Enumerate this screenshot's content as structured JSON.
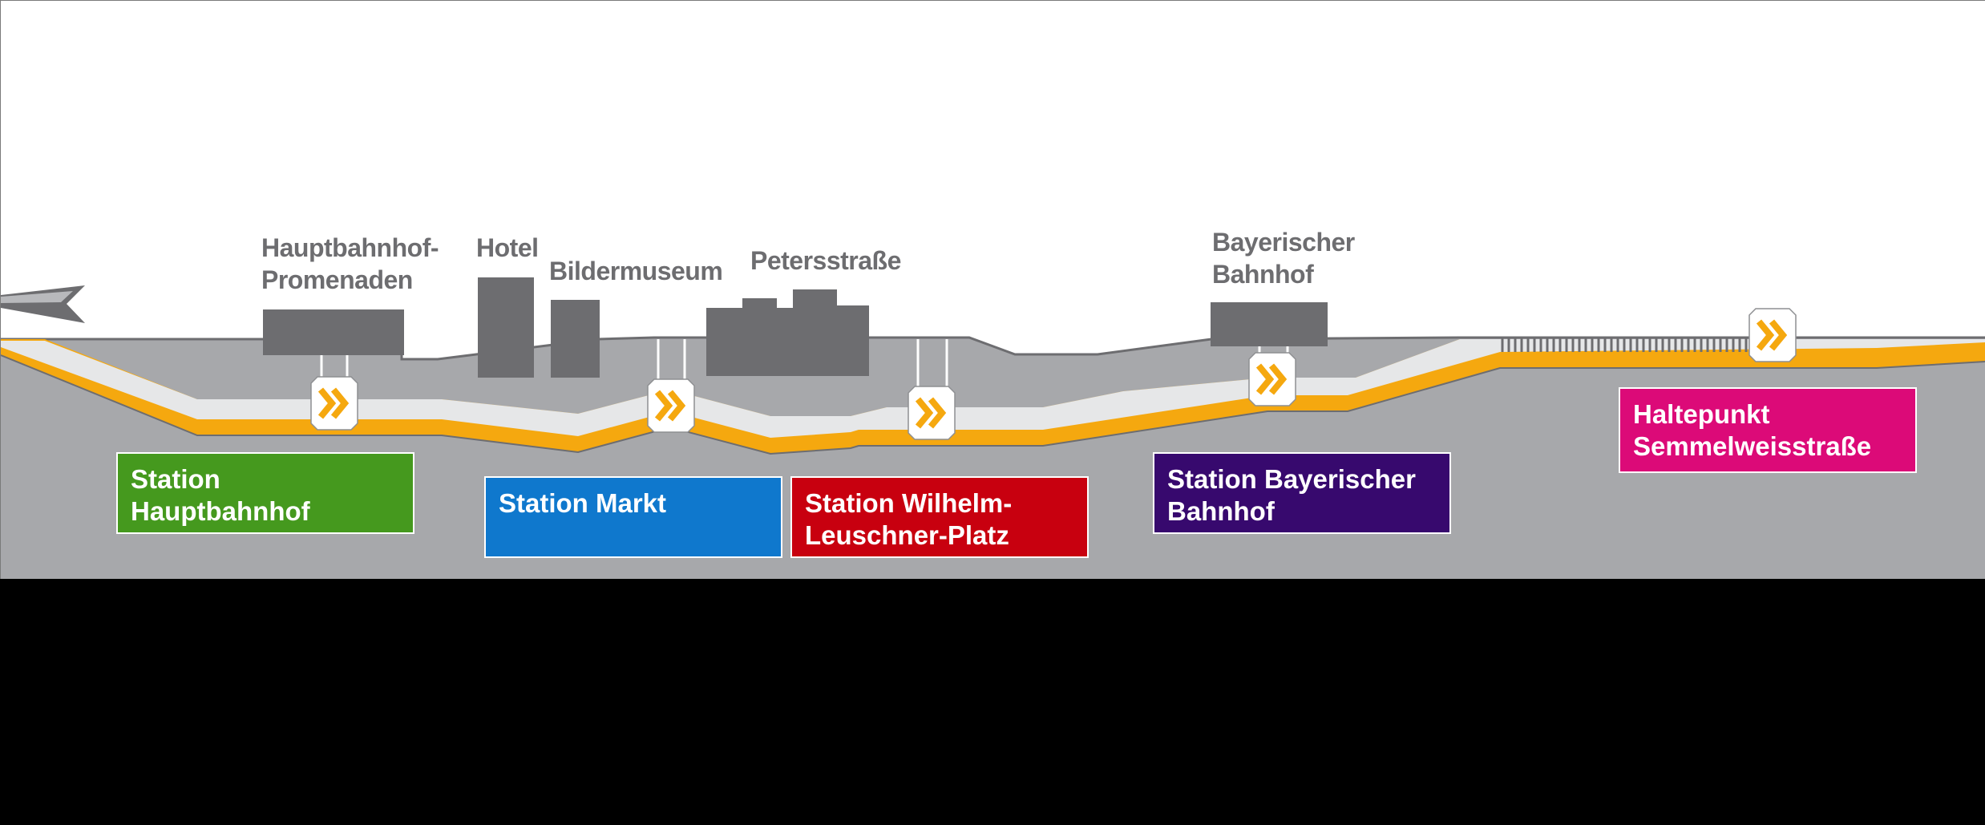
{
  "landmarks": {
    "hauptbahnhof_promenaden": [
      "Hauptbahnhof-",
      "Promenaden"
    ],
    "hotel": "Hotel",
    "bildermuseum": "Bildermuseum",
    "petersstrasse": "Petersstraße",
    "bayerischer_bahnhof": [
      "Bayerischer",
      "Bahnhof"
    ]
  },
  "stations": [
    {
      "id": "hauptbahnhof",
      "lines": [
        "Station",
        "Hauptbahnhof"
      ],
      "color": "#45991e"
    },
    {
      "id": "markt",
      "lines": [
        "Station Markt"
      ],
      "color": "#0f78cd"
    },
    {
      "id": "wilhelm-leuschner-platz",
      "lines": [
        "Station Wilhelm-",
        "Leuschner-Platz"
      ],
      "color": "#c8000f"
    },
    {
      "id": "bayerischer-bahnhof",
      "lines": [
        "Station Bayerischer",
        "Bahnhof"
      ],
      "color": "#37096e"
    },
    {
      "id": "semmelweisstrasse",
      "lines": [
        "Haltepunkt",
        "Semmelweisstraße"
      ],
      "color": "#dc0a78"
    }
  ],
  "colors": {
    "ground": "#a7a8ab",
    "tunnel_track": "#f5a80f",
    "tunnel_inner": "#e6e7e8",
    "buildings": "#6d6d70",
    "marker_arrow": "#f5a80f"
  },
  "icons": {
    "train_marker": "double-chevron-right-icon",
    "train_front": "train-nose-icon"
  }
}
